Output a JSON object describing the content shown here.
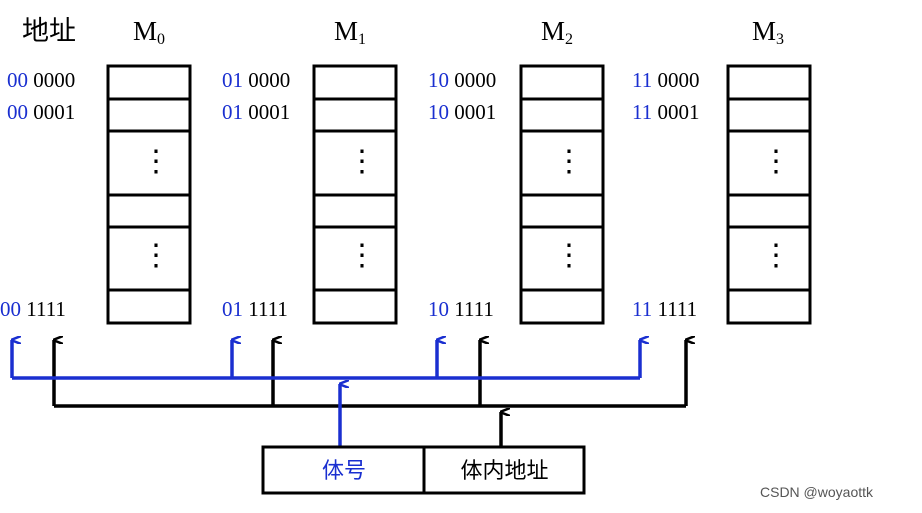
{
  "header": {
    "address_label": "地址"
  },
  "colors": {
    "bank_bits": "#1a2fd0",
    "offset": "#000000",
    "bus_blue": "#1a2fd0",
    "bus_black": "#000000"
  },
  "modules": [
    {
      "name": "M",
      "sub": "0",
      "addr_rows": [
        {
          "bank": "00",
          "offset": "0000"
        },
        {
          "bank": "00",
          "offset": "0001"
        },
        {
          "bank": "00",
          "offset": "1111"
        }
      ]
    },
    {
      "name": "M",
      "sub": "1",
      "addr_rows": [
        {
          "bank": "01",
          "offset": "0000"
        },
        {
          "bank": "01",
          "offset": "0001"
        },
        {
          "bank": "01",
          "offset": "1111"
        }
      ]
    },
    {
      "name": "M",
      "sub": "2",
      "addr_rows": [
        {
          "bank": "10",
          "offset": "0000"
        },
        {
          "bank": "10",
          "offset": "0001"
        },
        {
          "bank": "10",
          "offset": "1111"
        }
      ]
    },
    {
      "name": "M",
      "sub": "3",
      "addr_rows": [
        {
          "bank": "11",
          "offset": "0000"
        },
        {
          "bank": "11",
          "offset": "0001"
        },
        {
          "bank": "11",
          "offset": "1111"
        }
      ]
    }
  ],
  "ellipsis": "⋮",
  "address_register": {
    "bank_field": "体号",
    "offset_field": "体内地址"
  },
  "watermark": "CSDN @woyaottk"
}
